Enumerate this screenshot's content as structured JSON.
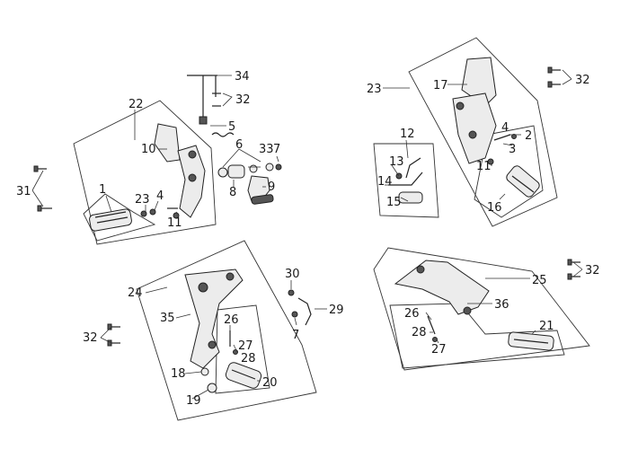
{
  "callouts": {
    "c1": "1",
    "c2": "2",
    "c3": "3",
    "c4a": "4",
    "c4b": "4",
    "c5": "5",
    "c6": "6",
    "c7a": "7",
    "c7b": "7",
    "c8": "8",
    "c9": "9",
    "c10": "10",
    "c11a": "11",
    "c11b": "11",
    "c12": "12",
    "c13": "13",
    "c14": "14",
    "c15": "15",
    "c16": "16",
    "c17": "17",
    "c18": "18",
    "c19": "19",
    "c20": "20",
    "c21": "21",
    "c22": "22",
    "c23a": "23",
    "c23b": "23",
    "c24": "24",
    "c25": "25",
    "c26a": "26",
    "c26b": "26",
    "c27a": "27",
    "c27b": "27",
    "c28a": "28",
    "c28b": "28",
    "c29": "29",
    "c30": "30",
    "c31": "31",
    "c32a": "32",
    "c32b": "32",
    "c32c": "32",
    "c32d": "32",
    "c33": "33",
    "c34": "34",
    "c35": "35",
    "c36": "36"
  }
}
